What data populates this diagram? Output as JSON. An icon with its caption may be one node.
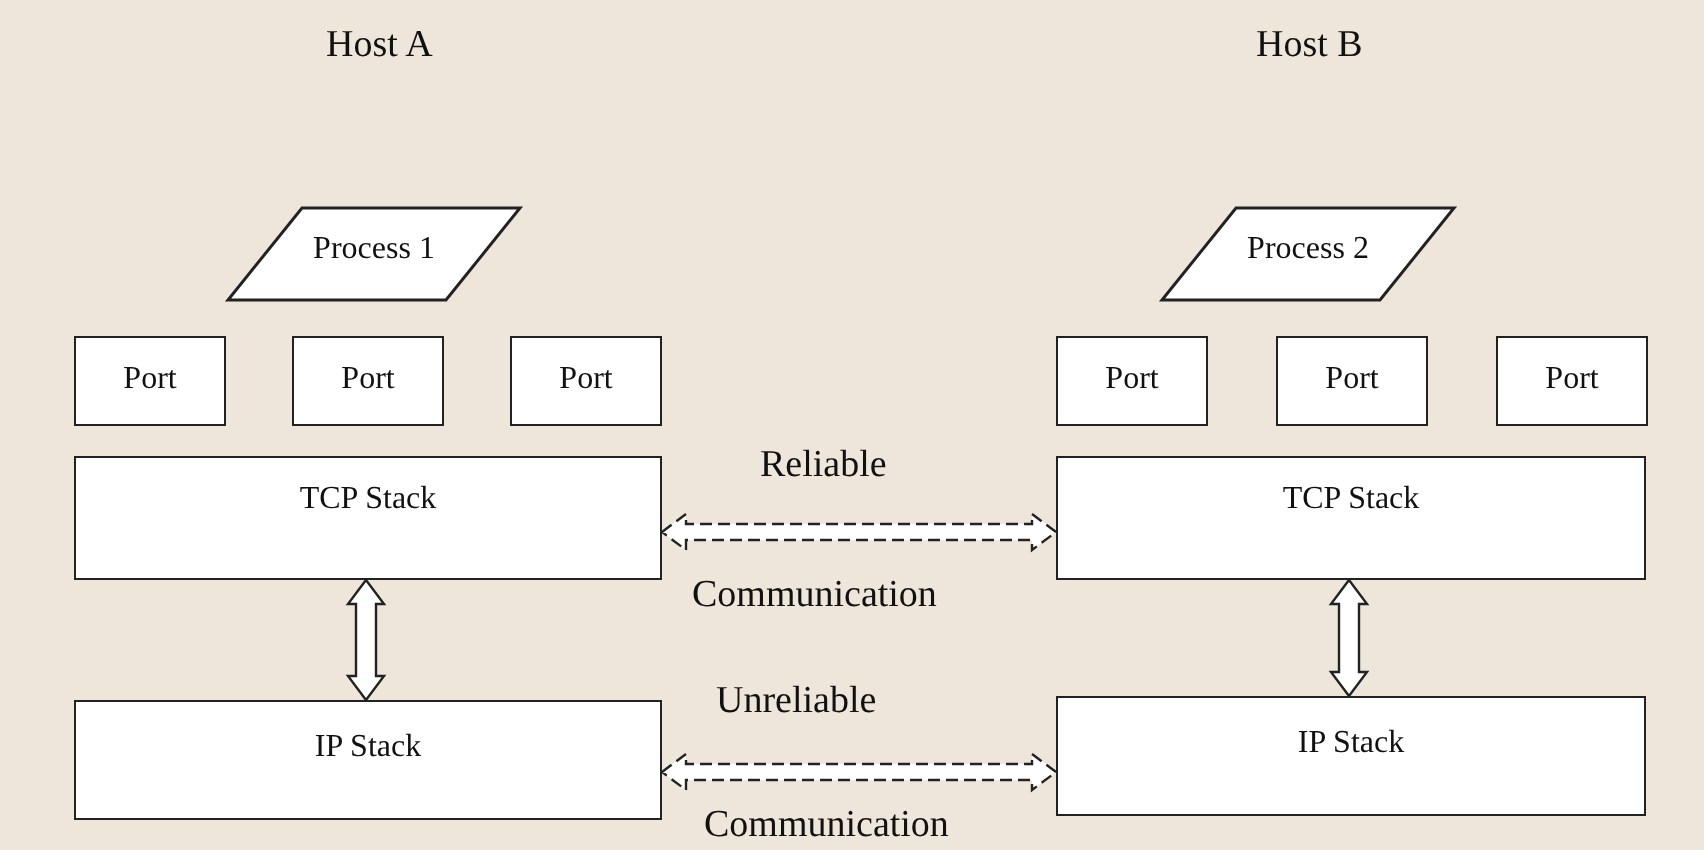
{
  "diagram": {
    "nodes": [
      {
        "text": [
          "Process 1"
        ]
      },
      {
        "text": [
          "Process 2"
        ]
      },
      {
        "text": [
          "Port"
        ]
      },
      {
        "text": [
          "Port"
        ]
      },
      {
        "text": [
          "Port"
        ]
      },
      {
        "text": [
          "Port"
        ]
      },
      {
        "text": [
          "Port"
        ]
      },
      {
        "text": [
          "Port"
        ]
      },
      {
        "text": [
          "TCP Stack"
        ]
      },
      {
        "text": [
          "TCP Stack"
        ]
      },
      {
        "text": [
          "IP Stack"
        ]
      },
      {
        "text": [
          "IP Stack"
        ]
      }
    ],
    "edges": [
      {
        "from": 8,
        "to": 9,
        "arrow": "both",
        "style": "dashed"
      },
      {
        "from": 8,
        "to": 10,
        "arrow": "both"
      },
      {
        "from": 9,
        "to": 11,
        "arrow": "both"
      },
      {
        "from": 10,
        "to": 11,
        "arrow": "both",
        "style": "dashed"
      }
    ],
    "labels": [
      "Host A",
      "Host B",
      "Reliable",
      "Communication",
      "Unreliable",
      "Communication"
    ]
  }
}
